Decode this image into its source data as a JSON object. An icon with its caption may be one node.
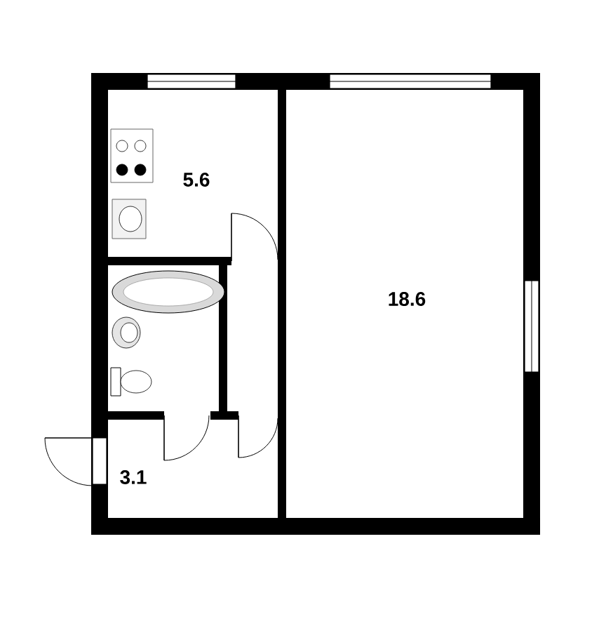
{
  "diagram": {
    "labels": [
      "5.6",
      "18.6",
      "3.1"
    ]
  }
}
